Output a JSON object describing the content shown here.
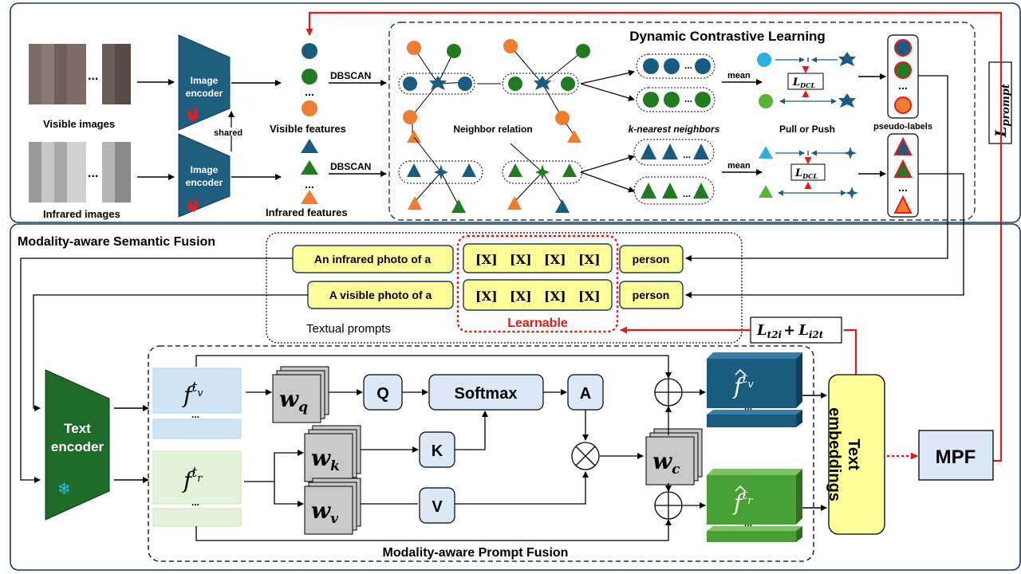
{
  "dcl": {
    "title": "Dynamic Contrastive Learning",
    "visible_images_label": "Visible images",
    "infrared_images_label": "Infrared images",
    "image_encoder_label_1": "Image",
    "image_encoder_label_2": "encoder",
    "shared_label": "shared",
    "visible_features_label": "Visible features",
    "infrared_features_label": "Infrared features",
    "dbscan_label": "DBSCAN",
    "neighbor_relation_label": "Neighbor relation",
    "knn_label": "k-nearest neighbors",
    "mean_label": "mean",
    "loss_dcl_label": "L",
    "loss_dcl_sub": "DCL",
    "pull_push_label": "Pull or Push",
    "pseudo_labels_label": "pseudo-labels",
    "l_prompt_label": "L",
    "l_prompt_sub": "prompt",
    "ellipsis": "..."
  },
  "msf": {
    "title": "Modality-aware Semantic Fusion",
    "infrared_prompt": "An infrared photo of a",
    "visible_prompt": "A visible photo of a",
    "token": "[X]",
    "person_label": "person",
    "textual_prompts_label": "Textual prompts",
    "learnable_label": "Learnable",
    "loss_t2i": "L",
    "loss_t2i_sub": "t2i",
    "loss_plus": "+",
    "loss_i2t": "L",
    "loss_i2t_sub": "i2t"
  },
  "mpf": {
    "title": "Modality-aware Prompt Fusion",
    "text_encoder_label_1": "Text",
    "text_encoder_label_2": "encoder",
    "snowflake_icon": "❄",
    "f_base": "f",
    "f_sup": "t",
    "f_sub_v": "v",
    "f_sub_r": "r",
    "wq_base": "w",
    "wq_sub": "q",
    "wk_base": "w",
    "wk_sub": "k",
    "wv_base": "w",
    "wv_sub": "v",
    "wc_base": "w",
    "wc_sub": "c",
    "q_label": "Q",
    "k_label": "K",
    "v_label": "V",
    "softmax_label": "Softmax",
    "a_label": "A",
    "text_embeddings_label_1": "Text",
    "text_embeddings_label_2": "embeddings",
    "mpf_label": "MPF",
    "ellipsis": "..."
  },
  "colors": {
    "blue": "#1a5b80",
    "green": "#227a22",
    "orange": "#ed7d31",
    "cyan": "#2bb0e0",
    "lightgreen": "#5bb33a",
    "red": "#e41a1a",
    "yellow": "#ffff99",
    "boxblue": "#dbe9f6",
    "encoder": "#1e5f80",
    "textenc": "#1f6b2a"
  }
}
